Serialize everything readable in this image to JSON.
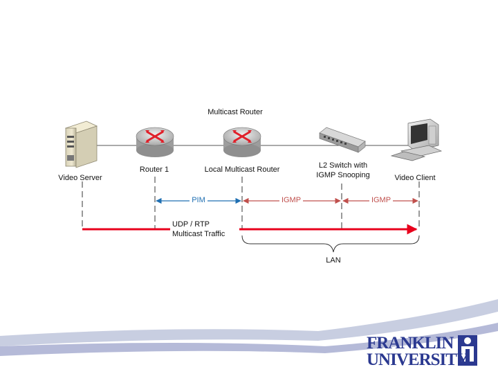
{
  "diagram": {
    "title": "Multicast Router",
    "nodes": {
      "video_server": "Video Server",
      "router1": "Router 1",
      "local_router": "Local Multicast Router",
      "l2_switch": [
        "L2 Switch with",
        "IGMP Snooping"
      ],
      "video_client": "Video Client"
    },
    "segments": {
      "pim": "PIM",
      "igmp1": "IGMP",
      "igmp2": "IGMP"
    },
    "traffic": [
      "UDP / RTP",
      "Multicast Traffic"
    ],
    "lan": "LAN",
    "colors": {
      "pim": "#1f6fb2",
      "igmp": "#c0504d",
      "traffic": "#e8001c",
      "router": "#c8c8c8",
      "arrows": "#e0202a"
    }
  },
  "footer": {
    "line1": "FRANKLIN",
    "line2": "UNIVERSITY",
    "colors": {
      "brand": "#2b3990",
      "swoosh": "#9aa6c8"
    }
  }
}
